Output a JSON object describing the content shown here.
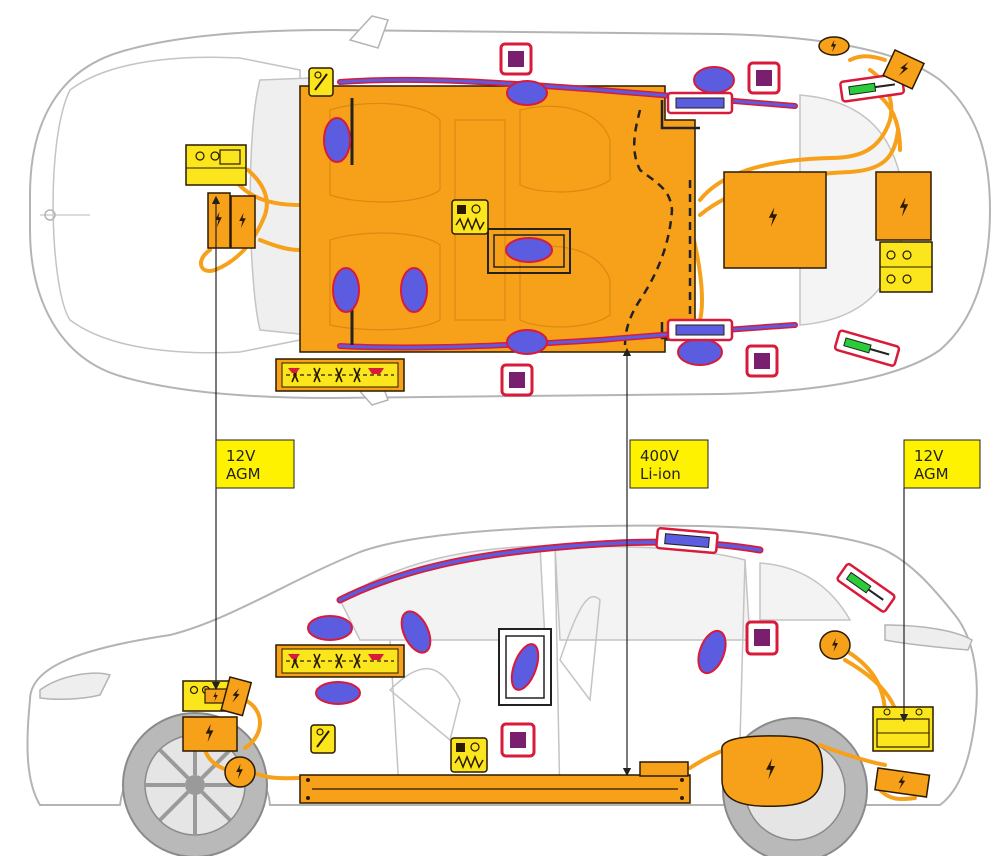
{
  "colors": {
    "hv_orange": "#f7a11a",
    "hv_stroke": "#2a1a00",
    "battery_yellow": "#fbe51d",
    "label_yellow": "#fff200",
    "airbag_blue": "#5b5ce0",
    "airbag_stroke": "#d81b3a",
    "control_purple": "#7a1f6e",
    "gas_green": "#2bcc3a",
    "outline_gray": "#b4b4b4",
    "wheel_gray": "#b9b9b9",
    "window_gray": "#e9e9e9"
  },
  "icons": {
    "hv_bolt": "high-voltage-bolt-icon",
    "battery": "12v-battery-icon",
    "airbag": "airbag-icon",
    "control_unit": "airbag-control-unit-icon",
    "gas_strut": "gas-strut-icon",
    "belt_tensioner": "belt-tensioner-icon",
    "seat_heater": "seat-heating-element-icon",
    "door_reinforcement": "door-reinforcement-icon",
    "curtain_inflator": "curtain-airbag-inflator-icon",
    "fuse": "pyrofuse-icon"
  },
  "callouts": {
    "front_battery": {
      "line1": "12V",
      "line2": "AGM"
    },
    "hv_battery": {
      "line1": "400V",
      "line2": "Li-ion"
    },
    "rear_battery": {
      "line1": "12V",
      "line2": "AGM"
    }
  }
}
